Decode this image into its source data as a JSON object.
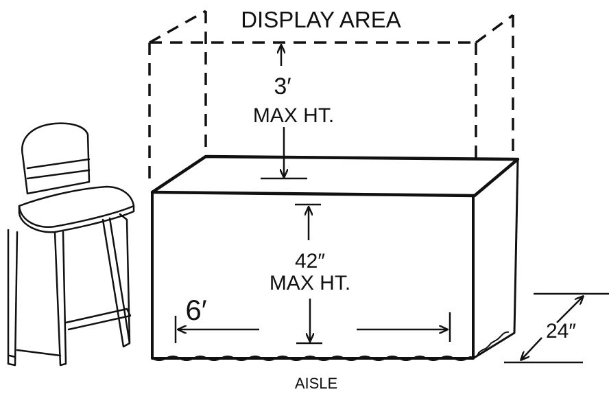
{
  "labels": {
    "display_area": "DISPLAY AREA",
    "top_height_value": "3′",
    "top_height_caption": "MAX HT.",
    "table_height_value": "42″",
    "table_height_caption": "MAX HT.",
    "width_value": "6′",
    "depth_value": "24″",
    "aisle": "AISLE"
  }
}
